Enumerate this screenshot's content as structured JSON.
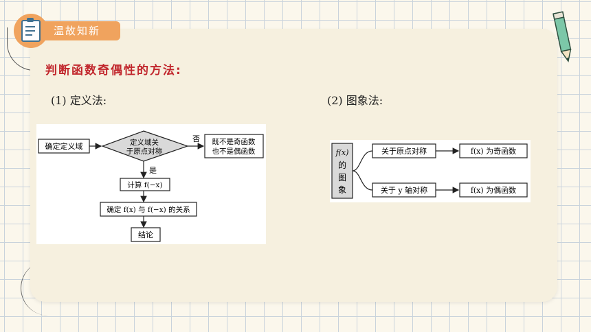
{
  "badge": {
    "label": "温故知新",
    "icon": "clipboard-icon"
  },
  "heading": "判断函数奇偶性的方法:",
  "method1": {
    "label": "(1) 定义法:"
  },
  "method2": {
    "label": "(2) 图象法:"
  },
  "flowchart": {
    "start": "确定定义域",
    "decision_line1": "定义域关",
    "decision_line2": "于原点对称",
    "no_label": "否",
    "no_result_line1": "既不是奇函数",
    "no_result_line2": "也不是偶函数",
    "yes_label": "是",
    "step_compute": "计算 f(−x)",
    "step_relation": "确定 f(x) 与 f(−x) 的关系",
    "conclusion": "结论"
  },
  "graph_method": {
    "source_line1": "f(x)",
    "source_line2": "的",
    "source_line3": "图",
    "source_line4": "象",
    "branch1_condition": "关于原点对称",
    "branch1_result": "f(x) 为奇函数",
    "branch2_condition": "关于 y 轴对称",
    "branch2_result": "f(x) 为偶函数"
  },
  "colors": {
    "accent": "#f0a35e",
    "heading": "#c1272d",
    "card": "#f6f0df",
    "grid": "#c9d3dc",
    "diamond": "#d9d9d9",
    "graph_source_box": "#d9d9d9"
  }
}
